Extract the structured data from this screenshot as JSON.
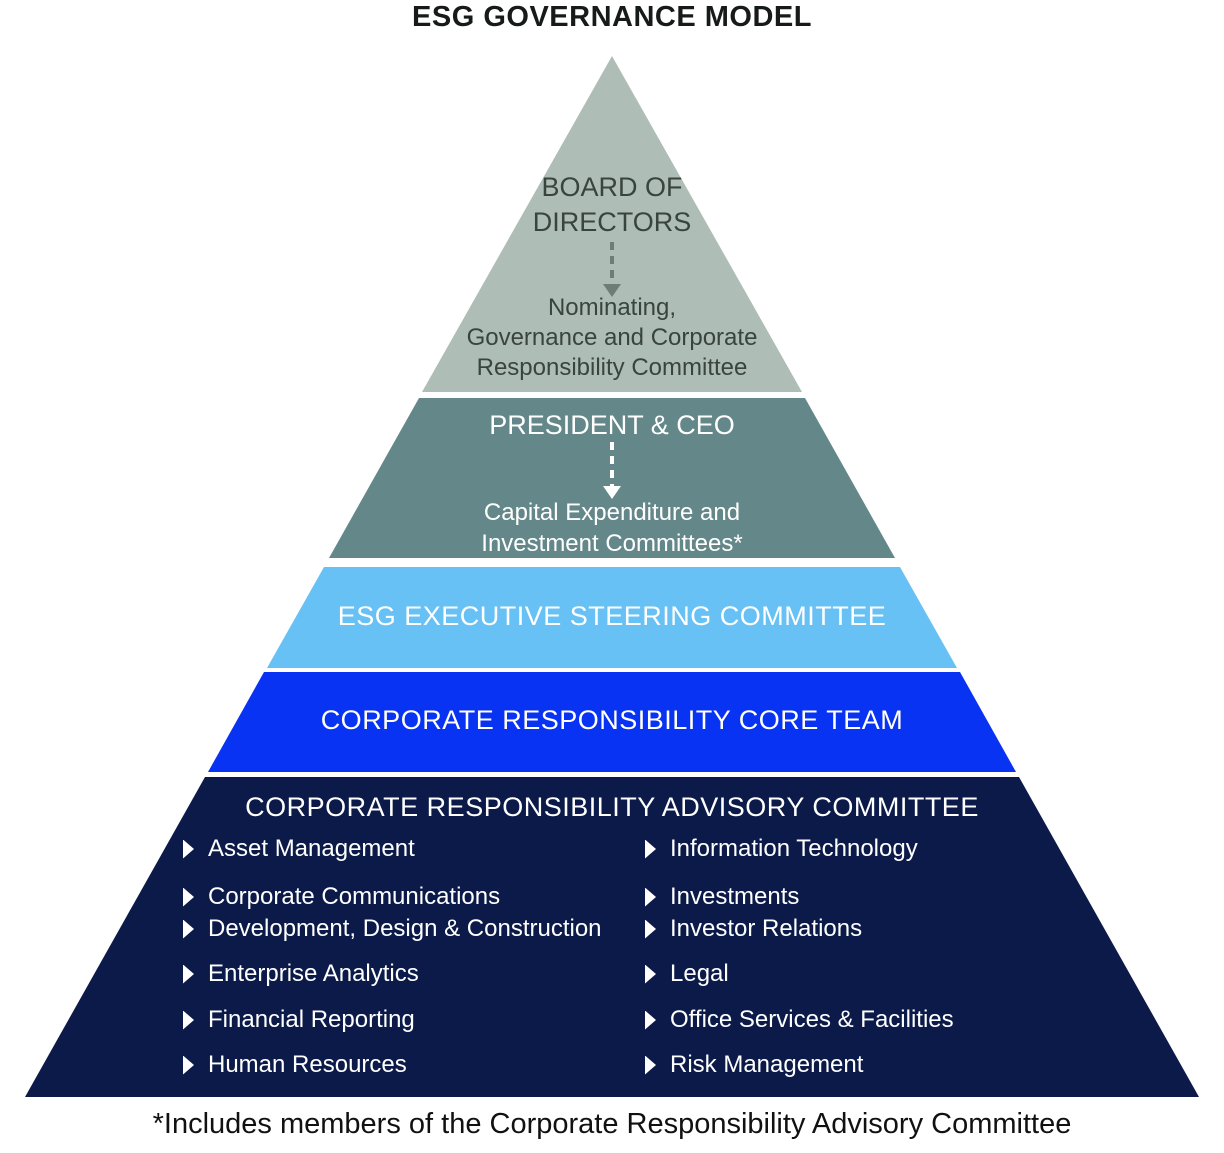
{
  "title": "ESG GOVERNANCE MODEL",
  "footnote": "*Includes members of the Corporate Responsibility Advisory Committee",
  "colors": {
    "tier1_bg": "#aebdb6",
    "tier2_bg": "#648789",
    "tier3_bg": "#68c1f5",
    "tier4_bg": "#0833f2",
    "tier5_bg": "#0b1a49",
    "tier1_text": "#39443f",
    "arrow_gray": "#6e7d78",
    "light_text": "#ffffff"
  },
  "tiers": {
    "board": {
      "label": "BOARD OF\nDIRECTORS",
      "committee": "Nominating,\nGovernance and Corporate\nResponsibility Committee"
    },
    "president": {
      "label": "PRESIDENT & CEO",
      "committee": "Capital Expenditure and\nInvestment Committees*"
    },
    "steering": {
      "label": "ESG EXECUTIVE STEERING COMMITTEE"
    },
    "core_team": {
      "label": "CORPORATE RESPONSIBILITY CORE TEAM"
    },
    "advisory": {
      "label": "CORPORATE RESPONSIBILITY ADVISORY COMMITTEE",
      "left_items": [
        "Asset Management",
        "Corporate Communications",
        "Development, Design & Construction",
        "Enterprise Analytics",
        "Financial Reporting",
        "Human Resources"
      ],
      "right_items": [
        "Information Technology",
        "Investments",
        "Investor Relations",
        "Legal",
        "Office Services & Facilities",
        "Risk Management"
      ]
    }
  }
}
